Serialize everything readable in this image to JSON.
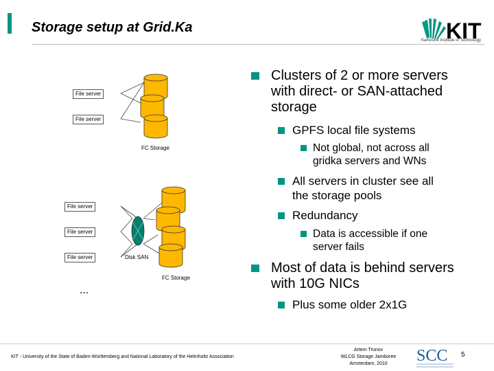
{
  "header": {
    "title": "Storage setup at Grid.Ka",
    "logo_text": "KIT",
    "logo_subtitle": "Karlsruhe Institute of Technology",
    "accent_color": "#009682"
  },
  "diagram": {
    "top_file_servers": [
      "File server",
      "File server"
    ],
    "top_storage_label": "FC Storage",
    "bottom_file_servers": [
      "File server",
      "File server",
      "File server"
    ],
    "ellipsis": "...",
    "disk_san_label": "Disk SAN",
    "bottom_storage_label": "FC Storage"
  },
  "bullets": [
    {
      "level": 1,
      "lines": [
        "Clusters of 2 or more servers",
        "with direct- or SAN-attached",
        "storage"
      ]
    },
    {
      "level": 2,
      "lines": [
        "GPFS local file systems"
      ]
    },
    {
      "level": 3,
      "lines": [
        "Not global, not across all",
        "gridka servers and WNs"
      ]
    },
    {
      "level": 2,
      "lines": [
        "All servers in cluster see all",
        "the storage pools"
      ]
    },
    {
      "level": 2,
      "lines": [
        "Redundancy"
      ]
    },
    {
      "level": 3,
      "lines": [
        "Data is accessible if one",
        "server fails"
      ]
    },
    {
      "level": 1,
      "lines": [
        "Most of data is behind servers",
        "with 10G NICs"
      ]
    },
    {
      "level": 2,
      "lines": [
        "Plus some older 2x1G"
      ]
    }
  ],
  "footer": {
    "left_text": "KIT - University of the State of Baden-Württemberg and National Laboratory of the Helmholtz Association",
    "mid_lines": [
      "Artem Trunov",
      "WLCG Storage Jamboree",
      "Amsterdam, 2010"
    ],
    "scc_logo_text": "SCC",
    "page_number": "5"
  }
}
